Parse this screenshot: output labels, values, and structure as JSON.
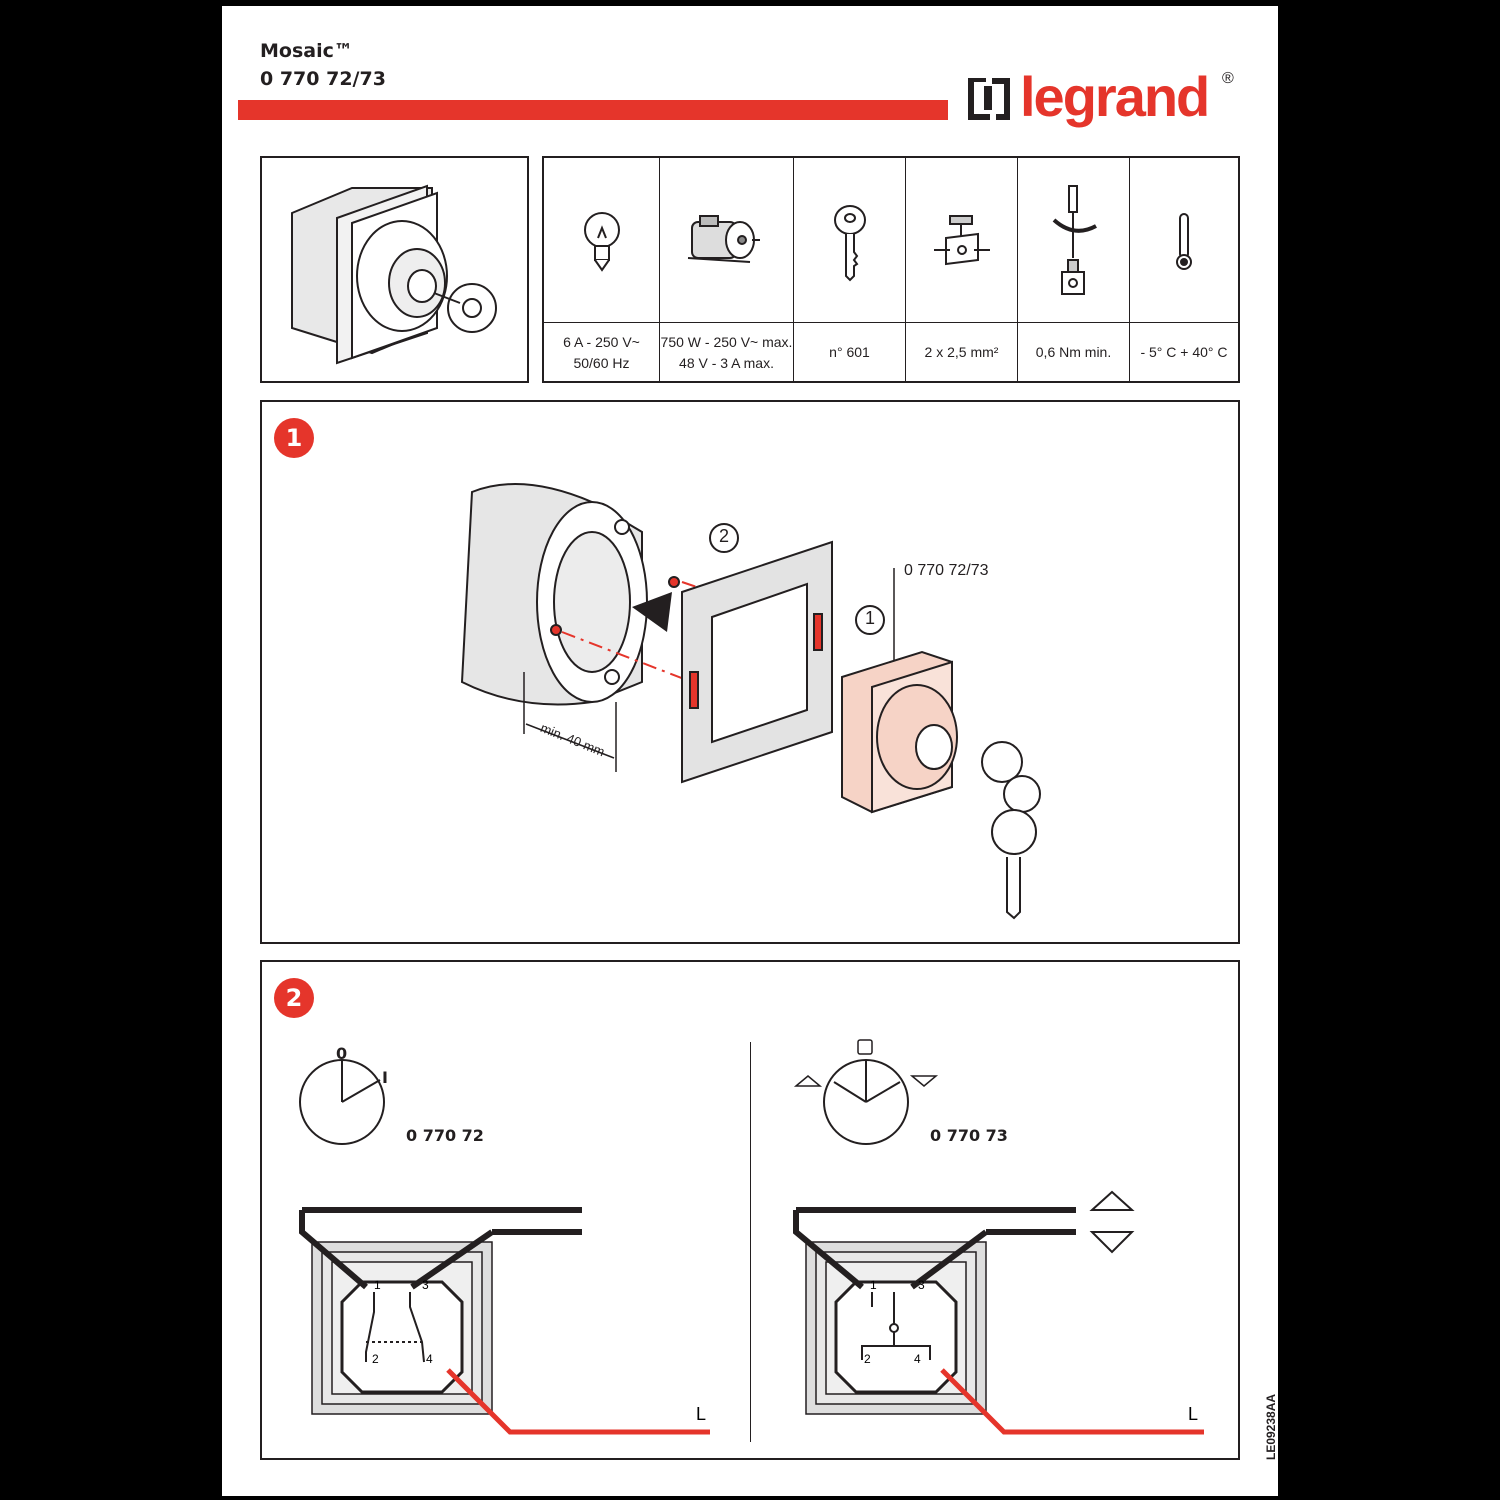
{
  "header": {
    "product_line": "Mosaic™",
    "reference": "0 770 72/73",
    "brand": "legrand",
    "registered_mark": "®"
  },
  "specs": [
    {
      "icon": "lightbulb-icon",
      "text_line1": "6 A - 250 V~",
      "text_line2": "50/60 Hz"
    },
    {
      "icon": "motor-icon",
      "text_line1": "750 W - 250 V~ max.",
      "text_line2": "48 V - 3 A max."
    },
    {
      "icon": "key-icon",
      "text_line1": "n° 601",
      "text_line2": ""
    },
    {
      "icon": "terminal-icon",
      "text_line1": "2 x 2,5 mm²",
      "text_line2": ""
    },
    {
      "icon": "screwdriver-icon",
      "text_line1": "0,6 Nm min.",
      "text_line2": ""
    },
    {
      "icon": "thermometer-icon",
      "text_line1": "- 5° C    + 40° C",
      "text_line2": ""
    }
  ],
  "step1": {
    "badge": "1",
    "circle_label_2": "2",
    "circle_label_1": "1",
    "reference_callout": "0 770 72/73",
    "dimension_label": "min. 40 mm"
  },
  "step2": {
    "badge": "2",
    "left": {
      "dial_label_off": "0",
      "dial_label_on": "I",
      "reference": "0 770 72",
      "terminals": [
        "1",
        "3",
        "2",
        "4"
      ],
      "line_label": "L"
    },
    "right": {
      "reference": "0 770 73",
      "terminals": [
        "1",
        "3",
        "2",
        "4"
      ],
      "line_label": "L"
    }
  },
  "document_code": "LE09238AA",
  "colors": {
    "accent_red": "#e5352b",
    "ink": "#231f20",
    "accessory_pink": "#f6d3c6",
    "housing_gray": "#d9d9d9"
  }
}
